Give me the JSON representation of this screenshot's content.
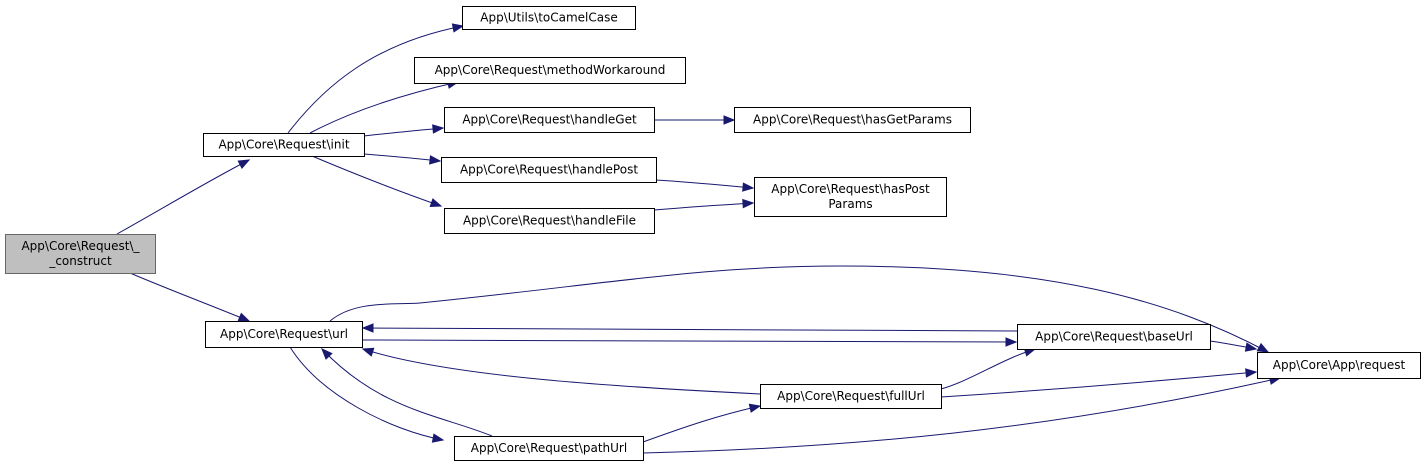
{
  "nodes": [
    {
      "id": "construct",
      "lines": [
        "App\\Core\\Request\\_",
        "_construct"
      ],
      "root": true
    },
    {
      "id": "init",
      "lines": [
        "App\\Core\\Request\\init"
      ]
    },
    {
      "id": "url",
      "lines": [
        "App\\Core\\Request\\url"
      ]
    },
    {
      "id": "toCamelCase",
      "lines": [
        "App\\Utils\\toCamelCase"
      ]
    },
    {
      "id": "methodWorkaround",
      "lines": [
        "App\\Core\\Request\\methodWorkaround"
      ]
    },
    {
      "id": "handleGet",
      "lines": [
        "App\\Core\\Request\\handleGet"
      ]
    },
    {
      "id": "handlePost",
      "lines": [
        "App\\Core\\Request\\handlePost"
      ]
    },
    {
      "id": "handleFile",
      "lines": [
        "App\\Core\\Request\\handleFile"
      ]
    },
    {
      "id": "hasGetParams",
      "lines": [
        "App\\Core\\Request\\hasGetParams"
      ]
    },
    {
      "id": "hasPostParams",
      "lines": [
        "App\\Core\\Request\\hasPost",
        "Params"
      ]
    },
    {
      "id": "baseUrl",
      "lines": [
        "App\\Core\\Request\\baseUrl"
      ]
    },
    {
      "id": "fullUrl",
      "lines": [
        "App\\Core\\Request\\fullUrl"
      ]
    },
    {
      "id": "pathUrl",
      "lines": [
        "App\\Core\\Request\\pathUrl"
      ]
    },
    {
      "id": "appRequest",
      "lines": [
        "App\\Core\\App\\request"
      ]
    }
  ],
  "edges": [
    {
      "from": "construct",
      "to": "init"
    },
    {
      "from": "construct",
      "to": "url"
    },
    {
      "from": "init",
      "to": "toCamelCase"
    },
    {
      "from": "init",
      "to": "methodWorkaround"
    },
    {
      "from": "init",
      "to": "handleGet"
    },
    {
      "from": "init",
      "to": "handlePost"
    },
    {
      "from": "init",
      "to": "handleFile"
    },
    {
      "from": "handleGet",
      "to": "hasGetParams"
    },
    {
      "from": "handlePost",
      "to": "hasPostParams"
    },
    {
      "from": "handleFile",
      "to": "hasPostParams"
    },
    {
      "from": "url",
      "to": "appRequest"
    },
    {
      "from": "url",
      "to": "baseUrl"
    },
    {
      "from": "url",
      "to": "pathUrl"
    },
    {
      "from": "baseUrl",
      "to": "url"
    },
    {
      "from": "baseUrl",
      "to": "appRequest"
    },
    {
      "from": "fullUrl",
      "to": "url"
    },
    {
      "from": "fullUrl",
      "to": "baseUrl"
    },
    {
      "from": "fullUrl",
      "to": "appRequest"
    },
    {
      "from": "pathUrl",
      "to": "url"
    },
    {
      "from": "pathUrl",
      "to": "fullUrl"
    },
    {
      "from": "pathUrl",
      "to": "appRequest"
    }
  ]
}
